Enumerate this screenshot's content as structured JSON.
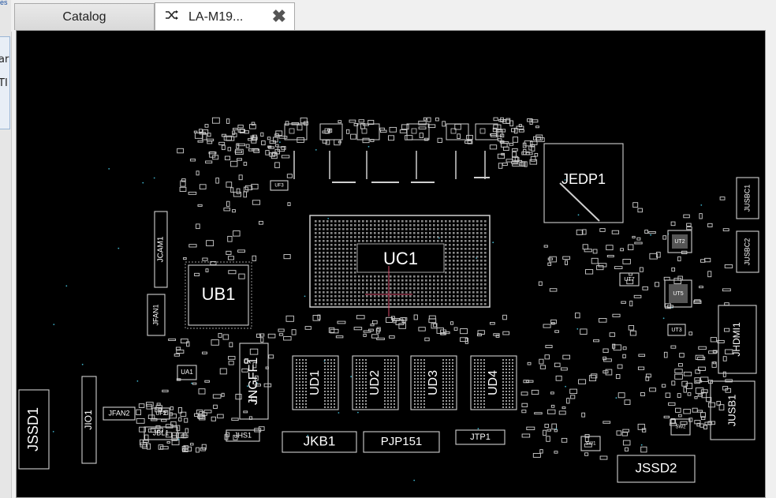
{
  "left_strip": {
    "frag_top": "es",
    "frag_1": "ar",
    "frag_2": "TI"
  },
  "tabs": [
    {
      "label": "Catalog",
      "active": false
    },
    {
      "label": "LA-M19...",
      "active": true,
      "icon": "shuffle-icon",
      "close_icon": "close-icon"
    }
  ],
  "board": {
    "components": [
      {
        "ref": "UC1",
        "kind": "cpu"
      },
      {
        "ref": "UB1",
        "kind": "chip"
      },
      {
        "ref": "JEDP1",
        "kind": "connector"
      },
      {
        "ref": "JCAM1",
        "kind": "connector"
      },
      {
        "ref": "JFAN1",
        "kind": "connector"
      },
      {
        "ref": "JFAN2",
        "kind": "connector"
      },
      {
        "ref": "UA1",
        "kind": "chip"
      },
      {
        "ref": "UF2",
        "kind": "chip"
      },
      {
        "ref": "UF3",
        "kind": "chip"
      },
      {
        "ref": "JBL1",
        "kind": "connector"
      },
      {
        "ref": "JIO1",
        "kind": "connector"
      },
      {
        "ref": "JSSD1",
        "kind": "connector"
      },
      {
        "ref": "JNGFF1",
        "kind": "connector"
      },
      {
        "ref": "JHS1",
        "kind": "connector"
      },
      {
        "ref": "JKB1",
        "kind": "connector"
      },
      {
        "ref": "PJP151",
        "kind": "connector"
      },
      {
        "ref": "JTP1",
        "kind": "connector"
      },
      {
        "ref": "UD1",
        "kind": "memory"
      },
      {
        "ref": "UD2",
        "kind": "memory"
      },
      {
        "ref": "UD3",
        "kind": "memory"
      },
      {
        "ref": "UD4",
        "kind": "memory"
      },
      {
        "ref": "JUSBC1",
        "kind": "connector"
      },
      {
        "ref": "JUSBC2",
        "kind": "connector"
      },
      {
        "ref": "UT2",
        "kind": "chip"
      },
      {
        "ref": "UT5",
        "kind": "chip"
      },
      {
        "ref": "UT7",
        "kind": "chip"
      },
      {
        "ref": "UT3",
        "kind": "chip"
      },
      {
        "ref": "JHDMI1",
        "kind": "connector"
      },
      {
        "ref": "JUSB1",
        "kind": "connector"
      },
      {
        "ref": "SW2",
        "kind": "switch"
      },
      {
        "ref": "SW1",
        "kind": "switch"
      },
      {
        "ref": "JSSD2",
        "kind": "connector"
      }
    ],
    "colors": {
      "background": "#000000",
      "outline": "#cfcfcf",
      "label": "#ffffff",
      "crosshair": "#d94a6a"
    }
  }
}
